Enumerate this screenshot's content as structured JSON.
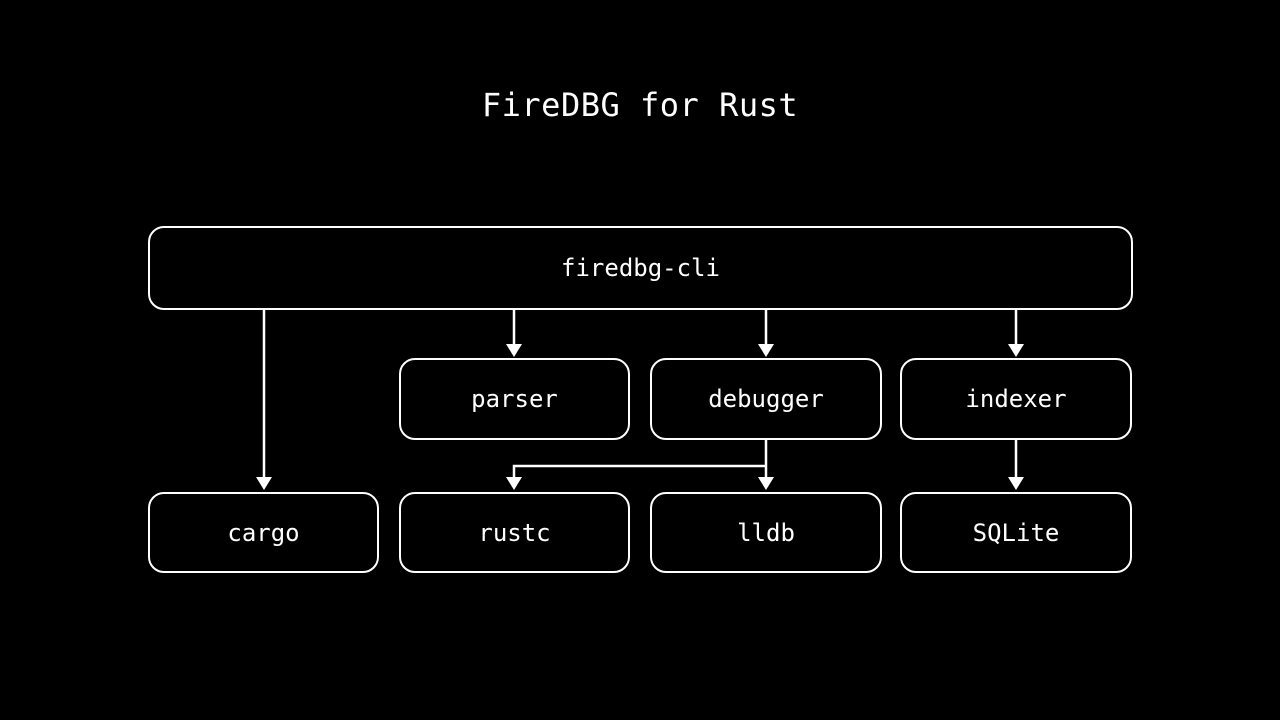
{
  "title": "FireDBG for Rust",
  "colors": {
    "background": "#000000",
    "stroke": "#ffffff",
    "text": "#ffffff"
  },
  "diagram": {
    "nodes": {
      "firedbg_cli": {
        "label": "firedbg-cli"
      },
      "parser": {
        "label": "parser"
      },
      "debugger": {
        "label": "debugger"
      },
      "indexer": {
        "label": "indexer"
      },
      "cargo": {
        "label": "cargo"
      },
      "rustc": {
        "label": "rustc"
      },
      "lldb": {
        "label": "lldb"
      },
      "sqlite": {
        "label": "SQLite"
      }
    },
    "edges": [
      {
        "from": "firedbg-cli",
        "to": "cargo"
      },
      {
        "from": "firedbg-cli",
        "to": "parser"
      },
      {
        "from": "firedbg-cli",
        "to": "debugger"
      },
      {
        "from": "firedbg-cli",
        "to": "indexer"
      },
      {
        "from": "debugger",
        "to": "rustc"
      },
      {
        "from": "debugger",
        "to": "lldb"
      },
      {
        "from": "indexer",
        "to": "SQLite"
      }
    ]
  }
}
